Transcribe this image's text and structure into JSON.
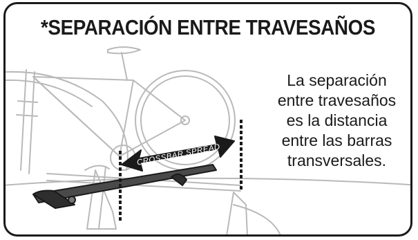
{
  "title": "*SEPARACIÓN ENTRE TRAVESAÑOS",
  "description_lines": [
    "La separación",
    "entre travesaños",
    "es la distancia",
    "entre las barras",
    "transversales."
  ],
  "arrow_label": "CROSSBAR SPREAD"
}
